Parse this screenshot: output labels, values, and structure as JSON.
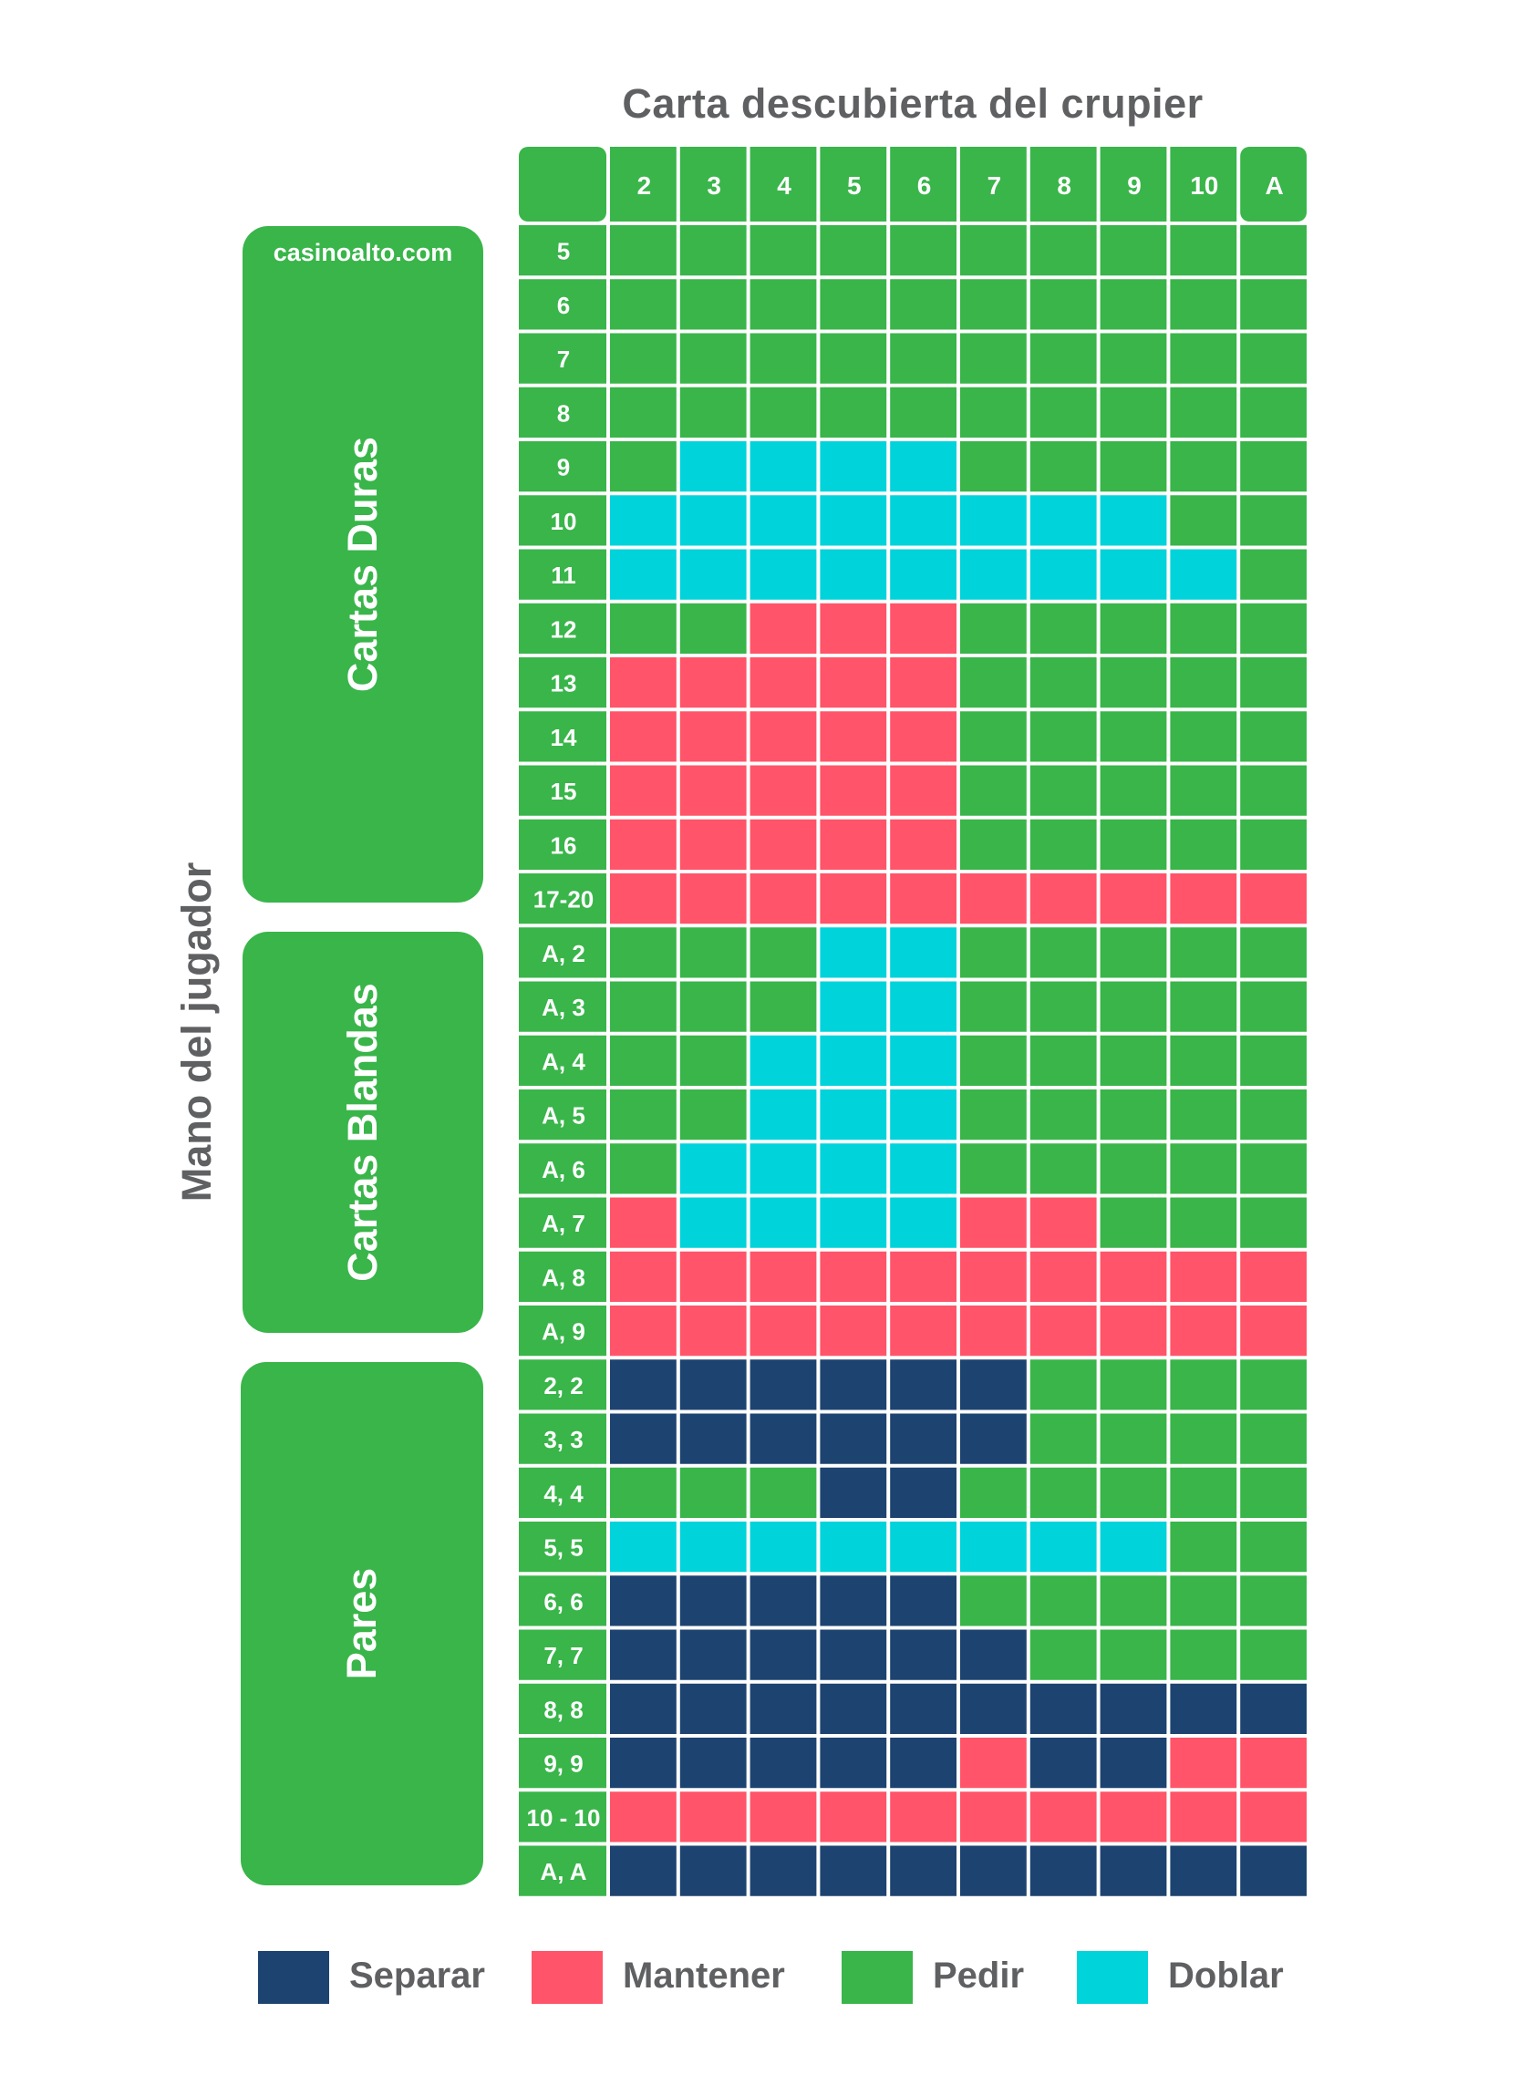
{
  "header": {
    "title": "Carta descubierta del crupier"
  },
  "side_title": "Mano del jugador",
  "brand": "casinoalto.com",
  "groups": [
    {
      "label": "Cartas Duras"
    },
    {
      "label": "Cartas Blandas"
    },
    {
      "label": "Pares"
    }
  ],
  "colors": {
    "S": "#1d4370",
    "M": "#ff5469",
    "P": "#39b54a",
    "D": "#00d3da",
    "panel": "#39b54a",
    "header_cell": "#39b54a",
    "grid_line": "#ffffff",
    "text_gray": "#5f6062"
  },
  "legend": [
    {
      "code": "S",
      "label": "Separar"
    },
    {
      "code": "M",
      "label": "Mantener"
    },
    {
      "code": "P",
      "label": "Pedir"
    },
    {
      "code": "D",
      "label": "Doblar"
    }
  ],
  "chart_data": {
    "type": "table",
    "title": "Carta descubierta del crupier",
    "ylabel": "Mano del jugador",
    "columns": [
      "2",
      "3",
      "4",
      "5",
      "6",
      "7",
      "8",
      "9",
      "10",
      "A"
    ],
    "rows": [
      {
        "hand": "5",
        "actions": [
          "P",
          "P",
          "P",
          "P",
          "P",
          "P",
          "P",
          "P",
          "P",
          "P"
        ]
      },
      {
        "hand": "6",
        "actions": [
          "P",
          "P",
          "P",
          "P",
          "P",
          "P",
          "P",
          "P",
          "P",
          "P"
        ]
      },
      {
        "hand": "7",
        "actions": [
          "P",
          "P",
          "P",
          "P",
          "P",
          "P",
          "P",
          "P",
          "P",
          "P"
        ]
      },
      {
        "hand": "8",
        "actions": [
          "P",
          "P",
          "P",
          "P",
          "P",
          "P",
          "P",
          "P",
          "P",
          "P"
        ]
      },
      {
        "hand": "9",
        "actions": [
          "P",
          "D",
          "D",
          "D",
          "D",
          "P",
          "P",
          "P",
          "P",
          "P"
        ]
      },
      {
        "hand": "10",
        "actions": [
          "D",
          "D",
          "D",
          "D",
          "D",
          "D",
          "D",
          "D",
          "P",
          "P"
        ]
      },
      {
        "hand": "11",
        "actions": [
          "D",
          "D",
          "D",
          "D",
          "D",
          "D",
          "D",
          "D",
          "D",
          "P"
        ]
      },
      {
        "hand": "12",
        "actions": [
          "P",
          "P",
          "M",
          "M",
          "M",
          "P",
          "P",
          "P",
          "P",
          "P"
        ]
      },
      {
        "hand": "13",
        "actions": [
          "M",
          "M",
          "M",
          "M",
          "M",
          "P",
          "P",
          "P",
          "P",
          "P"
        ]
      },
      {
        "hand": "14",
        "actions": [
          "M",
          "M",
          "M",
          "M",
          "M",
          "P",
          "P",
          "P",
          "P",
          "P"
        ]
      },
      {
        "hand": "15",
        "actions": [
          "M",
          "M",
          "M",
          "M",
          "M",
          "P",
          "P",
          "P",
          "P",
          "P"
        ]
      },
      {
        "hand": "16",
        "actions": [
          "M",
          "M",
          "M",
          "M",
          "M",
          "P",
          "P",
          "P",
          "P",
          "P"
        ]
      },
      {
        "hand": "17-20",
        "actions": [
          "M",
          "M",
          "M",
          "M",
          "M",
          "M",
          "M",
          "M",
          "M",
          "M"
        ]
      },
      {
        "hand": "A, 2",
        "actions": [
          "P",
          "P",
          "P",
          "D",
          "D",
          "P",
          "P",
          "P",
          "P",
          "P"
        ]
      },
      {
        "hand": "A, 3",
        "actions": [
          "P",
          "P",
          "P",
          "D",
          "D",
          "P",
          "P",
          "P",
          "P",
          "P"
        ]
      },
      {
        "hand": "A, 4",
        "actions": [
          "P",
          "P",
          "D",
          "D",
          "D",
          "P",
          "P",
          "P",
          "P",
          "P"
        ]
      },
      {
        "hand": "A, 5",
        "actions": [
          "P",
          "P",
          "D",
          "D",
          "D",
          "P",
          "P",
          "P",
          "P",
          "P"
        ]
      },
      {
        "hand": "A, 6",
        "actions": [
          "P",
          "D",
          "D",
          "D",
          "D",
          "P",
          "P",
          "P",
          "P",
          "P"
        ]
      },
      {
        "hand": "A, 7",
        "actions": [
          "M",
          "D",
          "D",
          "D",
          "D",
          "M",
          "M",
          "P",
          "P",
          "P"
        ]
      },
      {
        "hand": "A, 8",
        "actions": [
          "M",
          "M",
          "M",
          "M",
          "M",
          "M",
          "M",
          "M",
          "M",
          "M"
        ]
      },
      {
        "hand": "A, 9",
        "actions": [
          "M",
          "M",
          "M",
          "M",
          "M",
          "M",
          "M",
          "M",
          "M",
          "M"
        ]
      },
      {
        "hand": "2, 2",
        "actions": [
          "S",
          "S",
          "S",
          "S",
          "S",
          "S",
          "P",
          "P",
          "P",
          "P"
        ]
      },
      {
        "hand": "3, 3",
        "actions": [
          "S",
          "S",
          "S",
          "S",
          "S",
          "S",
          "P",
          "P",
          "P",
          "P"
        ]
      },
      {
        "hand": "4, 4",
        "actions": [
          "P",
          "P",
          "P",
          "S",
          "S",
          "P",
          "P",
          "P",
          "P",
          "P"
        ]
      },
      {
        "hand": "5, 5",
        "actions": [
          "D",
          "D",
          "D",
          "D",
          "D",
          "D",
          "D",
          "D",
          "P",
          "P"
        ]
      },
      {
        "hand": "6, 6",
        "actions": [
          "S",
          "S",
          "S",
          "S",
          "S",
          "P",
          "P",
          "P",
          "P",
          "P"
        ]
      },
      {
        "hand": "7, 7",
        "actions": [
          "S",
          "S",
          "S",
          "S",
          "S",
          "S",
          "P",
          "P",
          "P",
          "P"
        ]
      },
      {
        "hand": "8, 8",
        "actions": [
          "S",
          "S",
          "S",
          "S",
          "S",
          "S",
          "S",
          "S",
          "S",
          "S"
        ]
      },
      {
        "hand": "9, 9",
        "actions": [
          "S",
          "S",
          "S",
          "S",
          "S",
          "M",
          "S",
          "S",
          "M",
          "M"
        ]
      },
      {
        "hand": "10 - 10",
        "actions": [
          "M",
          "M",
          "M",
          "M",
          "M",
          "M",
          "M",
          "M",
          "M",
          "M"
        ]
      },
      {
        "hand": "A, A",
        "actions": [
          "S",
          "S",
          "S",
          "S",
          "S",
          "S",
          "S",
          "S",
          "S",
          "S"
        ]
      }
    ]
  }
}
